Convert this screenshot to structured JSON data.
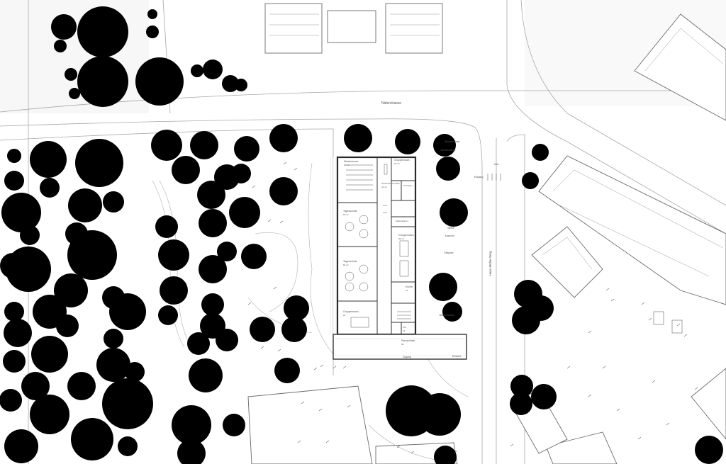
{
  "plan": {
    "streets": {
      "north": "Niderstrasse",
      "east": "Hans-Müller-Weg"
    },
    "site_labels": {
      "veloplatz": "Velo",
      "entry_label": "Eingang",
      "side_label": "Einfahrt",
      "east_label_1": "Blumenwiese",
      "east_label_2": "Blumenwiese",
      "east_label_3": "Wiese",
      "east_label_4": "Sitzplatz",
      "east_label_5": "Blumenwiese",
      "east_label_6": "Aussicht",
      "south_label": "Zugang"
    },
    "rooms": {
      "musikzimmer": "Musikzimmer",
      "musikzimmer_area": "50 m²",
      "gruppenraum_1": "Gruppenraum",
      "gruppenraum_1_area": "24 m²",
      "garderobe": "Garderobe Korridor",
      "garderobe_area": "44 m²",
      "putzraum": "Putzraum",
      "tagesschule_1": "Tagesschule",
      "tagesschule_1_area": "62 m²",
      "materialraum": "Materialraum",
      "gruppenraum_2": "Gruppenraum",
      "gruppenraum_2_area": "36 m²",
      "tagesschule_2": "Tagesschule",
      "tagesschule_2_area": "62 m²",
      "kueche": "Küche",
      "kueche_area": "13",
      "gruppenraum_3": "Gruppenraum",
      "gruppenraum_3_area": "24",
      "wc": "WC",
      "wc_area": "14",
      "pausenhalle": "Pausenhalle",
      "pausenhalle_area": "58"
    }
  }
}
